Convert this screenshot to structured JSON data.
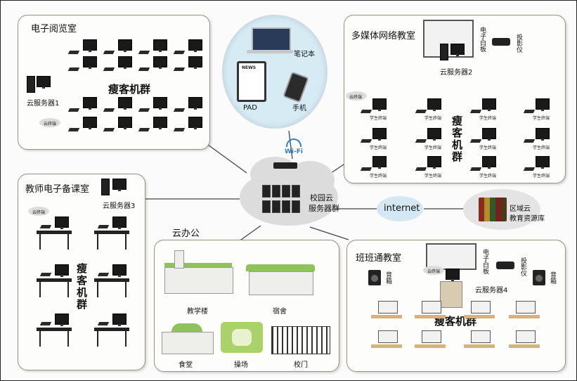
{
  "e_reading": {
    "title": "电子阅览室",
    "server_label": "云服务器1",
    "cluster_label": "瘦客机群",
    "terminal_label": "云终端"
  },
  "devices": {
    "laptop_label": "笔记本",
    "pad_label": "PAD",
    "phone_label": "手机",
    "pad_screen_text": "NEWS"
  },
  "wifi_label": "Wi-Fi",
  "multimedia": {
    "title": "多媒体网络教室",
    "screen_label": "电子白板",
    "projector_label": "投影仪",
    "server_label": "云服务器2",
    "terminal_label": "云终端",
    "student_label": "学生终端",
    "cluster_label": "瘦客机群"
  },
  "teacher": {
    "title": "教师电子备课室",
    "server_label": "云服务器3",
    "terminal_label": "云终端",
    "cluster_label": "瘦客机群"
  },
  "center": {
    "label_line1": "校园云",
    "label_line2": "服务器群"
  },
  "internet_label": "internet",
  "regional": {
    "line1": "区域云",
    "line2": "教育资源库"
  },
  "office": {
    "title": "云办公",
    "teaching_building": "教学楼",
    "dormitory": "宿舍",
    "canteen": "食堂",
    "playground": "操场",
    "gate": "校门"
  },
  "banbantong": {
    "title": "班班通教室",
    "screen_label": "电子白板",
    "projector_label": "投影仪",
    "speaker_label": "音箱",
    "terminal_label": "云终端",
    "server_label": "云服务器4",
    "cluster_label": "瘦客机群"
  }
}
